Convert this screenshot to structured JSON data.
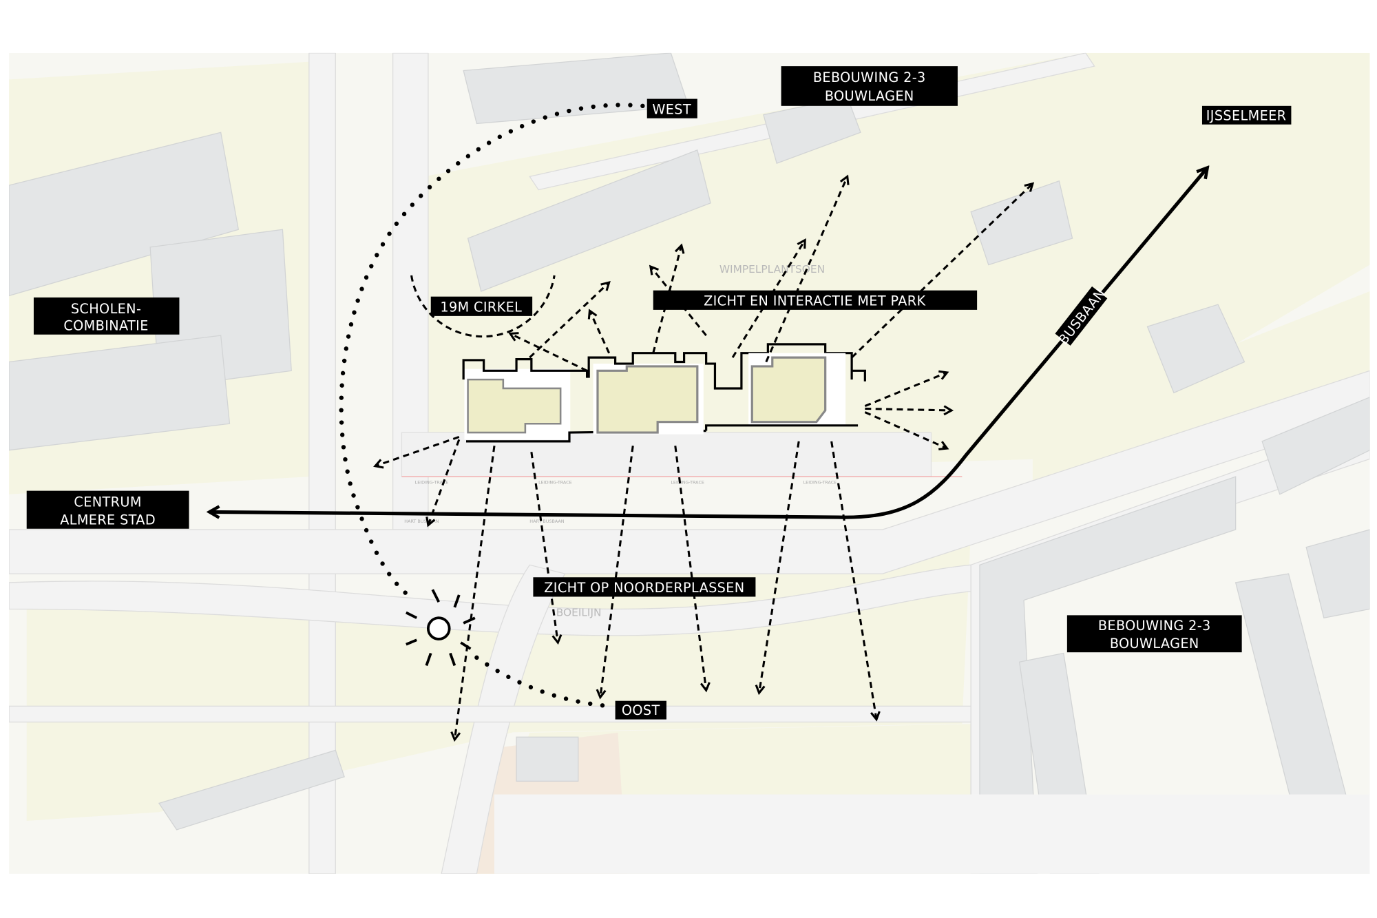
{
  "labels": {
    "west": "WEST",
    "bebouwing_north_line1": "BEBOUWING 2-3",
    "bebouwing_north_line2": "BOUWLAGEN",
    "ijsselmeer": "IJSSELMEER",
    "scholen_line1": "SCHOLEN-",
    "scholen_line2": "COMBINATIE",
    "cirkel": "19M CIRKEL",
    "zicht_park": "ZICHT EN INTERACTIE MET PARK",
    "busbaan": "BUSBAAN",
    "centrum_line1": "CENTRUM",
    "centrum_line2": "ALMERE STAD",
    "zicht_noorderplassen": "ZICHT OP NOORDERPLASSEN",
    "oost": "OOST",
    "bebouwing_south_line1": "BEBOUWING 2-3",
    "bebouwing_south_line2": "BOUWLAGEN"
  },
  "map_text": {
    "wimpelplantsoen": "WIMPELPLANTSOEN",
    "boeilijn": "BOEILIJN",
    "leiding_trace": "LEIDING-TRACE",
    "hart_busbaan": "HART BUSBAAN"
  },
  "colors": {
    "green_area": "#f5f5e3",
    "building": "#e4e6e7",
    "plan_fill": "#eeedc8",
    "label_bg": "#000000"
  }
}
